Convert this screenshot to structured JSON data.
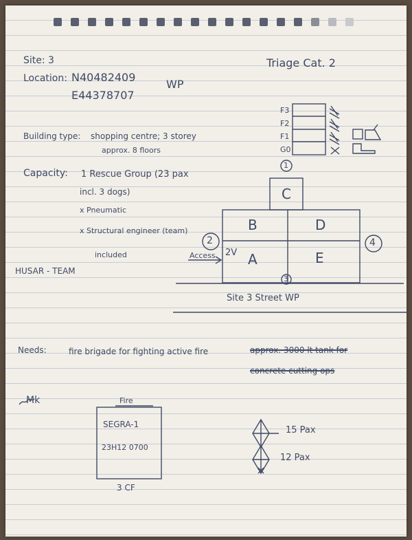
{
  "header": {
    "site": "Site: 3",
    "location_label": "Location:",
    "lat": "N40482409",
    "lon": "E44378707",
    "wp": "WP",
    "triage": "Triage Cat. 2"
  },
  "building": {
    "type_label": "Building type:",
    "type_value": "shopping centre; 3 storey",
    "type_value2": "approx. 8 floors"
  },
  "capacity": {
    "label": "Capacity:",
    "line1": "1 Rescue Group (23 pax",
    "line2": "incl. 3 dogs)",
    "line3": "x Pneumatic",
    "line4": "x Structural engineer (team)",
    "line5": "included"
  },
  "team": "HUSAR - TEAM",
  "floors": [
    "F3",
    "F2",
    "F1",
    "G0"
  ],
  "sketch": {
    "cells": [
      "B",
      "D",
      "E",
      "C"
    ],
    "cell_a": "A",
    "side_2": "2",
    "side_4": "4",
    "side_1": "1",
    "side_3": "3",
    "access": "2V",
    "entry_label": "Access",
    "street": "Site 3 Street WP"
  },
  "needs": {
    "label": "Needs:",
    "text": "fire brigade for fighting active fire",
    "struck1": "approx. 3000 lt tank for",
    "struck2": "concrete cutting ops"
  },
  "marking": {
    "symbol": "Mk",
    "top": "Fire",
    "line1": "SEGRA-1",
    "line2": "23H12 0700",
    "bottom": "3 CF"
  },
  "victims": [
    {
      "count": "15 Pax"
    },
    {
      "count": "12 Pax"
    }
  ]
}
